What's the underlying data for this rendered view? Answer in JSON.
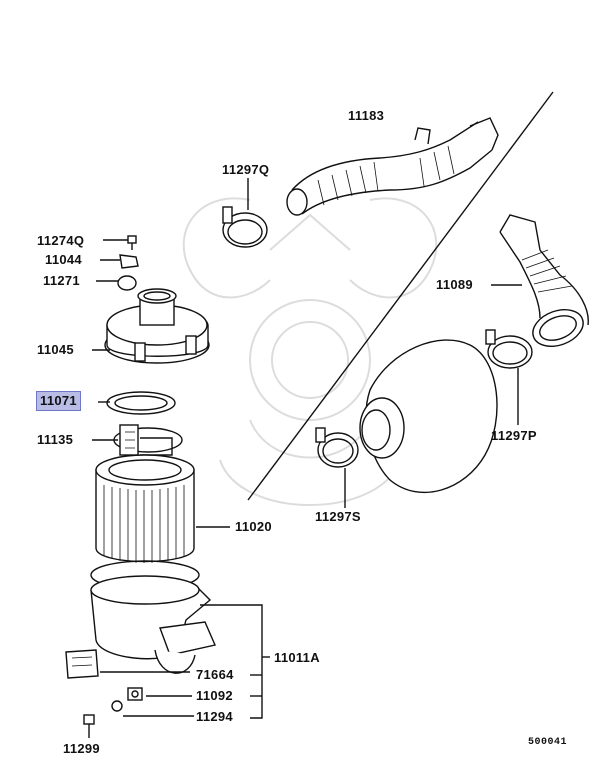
{
  "diagram": {
    "labels": {
      "p11183": "11183",
      "p11297q": "11297Q",
      "p11274q": "11274Q",
      "p11044": "11044",
      "p11271": "11271",
      "p11089": "11089",
      "p11045": "11045",
      "p11071": "11071",
      "p11297p": "11297P",
      "p11135": "11135",
      "p11297s": "11297S",
      "p11020": "11020",
      "p11011a": "11011A",
      "p71664": "71664",
      "p11092": "11092",
      "p11294": "11294",
      "p11299": "11299"
    },
    "highlighted_part": "11071",
    "highlight_color": "#b9bde6",
    "reference_code": "500041"
  }
}
